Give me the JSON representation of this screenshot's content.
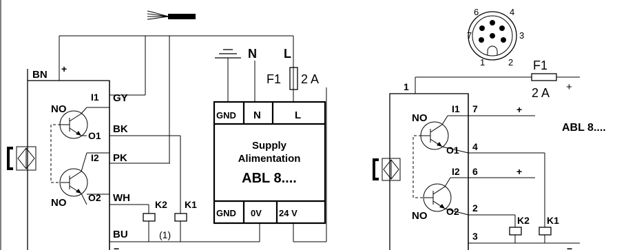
{
  "left": {
    "terminals": {
      "bn": "BN",
      "plus": "+",
      "bu": "BU",
      "minus": "−"
    },
    "outputs": [
      {
        "no": "NO",
        "input": "I1",
        "output": "O1",
        "in_color": "GY",
        "out_color": "BK"
      },
      {
        "no": "NO",
        "input": "I2",
        "output": "O2",
        "in_color": "PK",
        "out_color": "WH"
      }
    ],
    "relays": {
      "k2": "K2",
      "k1": "K1",
      "note": "(1)"
    },
    "mains": {
      "n": "N",
      "l": "L"
    },
    "fuse": {
      "label": "F1",
      "rating": "2 A"
    },
    "supply": {
      "top": {
        "gnd": "GND",
        "n": "N",
        "l": "L"
      },
      "line1": "Supply",
      "line2": "Alimentation",
      "model": "ABL 8....",
      "bottom": {
        "gnd": "GND",
        "zero": "0V",
        "v24": "24 V"
      }
    }
  },
  "right": {
    "connector": {
      "pins": [
        "6",
        "4",
        "7",
        "3",
        "1",
        "2"
      ]
    },
    "fuse": {
      "label": "F1",
      "rating": "2 A"
    },
    "plus": "+",
    "supply_ref": "ABL 8....",
    "pins": {
      "p1": "1",
      "p7": "7",
      "p4": "4",
      "p6": "6",
      "p2": "2",
      "p3": "3"
    },
    "outputs": [
      {
        "no": "NO",
        "input": "I1",
        "output": "O1"
      },
      {
        "no": "NO",
        "input": "I2",
        "output": "O2"
      }
    ],
    "relays": {
      "k2": "K2",
      "k1": "K1"
    },
    "minus": "−"
  }
}
